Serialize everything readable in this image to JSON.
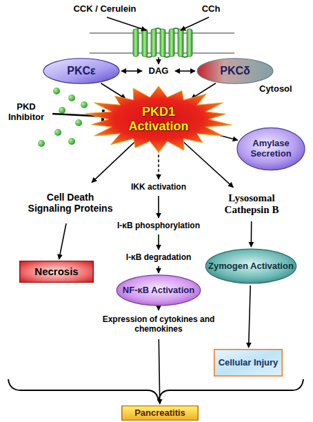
{
  "diagram": {
    "nodes": [
      {
        "text": [
          "CCK / Cerulein"
        ]
      },
      {
        "text": [
          "CCh"
        ]
      },
      {
        "text": [
          "PKCε"
        ]
      },
      {
        "text": [
          "DAG"
        ]
      },
      {
        "text": [
          "PKCδ"
        ]
      },
      {
        "text": [
          "PKD Inhibitor"
        ]
      },
      {
        "text": [
          "PKD1 Activation"
        ]
      },
      {
        "text": [
          "Amylase Secretion"
        ]
      },
      {
        "text": [
          "Cell Death Signaling Proteins"
        ]
      },
      {
        "text": [
          "IKK activation"
        ]
      },
      {
        "text": [
          "I-κB phosphorylation"
        ]
      },
      {
        "text": [
          "Lysosomal Cathepsin B"
        ]
      },
      {
        "text": [
          "I-κB degradation"
        ]
      },
      {
        "text": [
          "Zymogen Activation"
        ]
      },
      {
        "text": [
          "Necrosis"
        ]
      },
      {
        "text": [
          "NF-κB Activation"
        ]
      },
      {
        "text": [
          "Expression of cytokines and chemokines"
        ]
      },
      {
        "text": [
          "Cellular Injury"
        ]
      },
      {
        "text": [
          "Pancreatitis"
        ]
      }
    ],
    "edges": [
      {
        "from": 3,
        "to": 2,
        "arrow": "both"
      },
      {
        "from": 3,
        "to": 4,
        "arrow": "both"
      },
      {
        "from": 2,
        "to": 6,
        "arrow": "to"
      },
      {
        "from": 4,
        "to": 6,
        "arrow": "to"
      },
      {
        "from": 5,
        "to": 6,
        "arrow": "to"
      },
      {
        "from": 6,
        "to": 7,
        "arrow": "to"
      },
      {
        "from": 6,
        "to": 8,
        "arrow": "to"
      },
      {
        "from": 6,
        "to": 9,
        "arrow": "to"
      },
      {
        "from": 6,
        "to": 11,
        "arrow": "to"
      },
      {
        "from": 8,
        "to": 14,
        "arrow": "to"
      },
      {
        "from": 9,
        "to": 10,
        "arrow": "to"
      },
      {
        "from": 10,
        "to": 12,
        "arrow": "to"
      },
      {
        "from": 12,
        "to": 15,
        "arrow": "to"
      },
      {
        "from": 15,
        "to": 16,
        "arrow": "to"
      },
      {
        "from": 11,
        "to": 13,
        "arrow": "to"
      },
      {
        "from": 13,
        "to": 17,
        "arrow": "to"
      },
      {
        "from": 16,
        "to": 18,
        "arrow": "to"
      }
    ],
    "labels": [
      "Cytosol"
    ]
  }
}
